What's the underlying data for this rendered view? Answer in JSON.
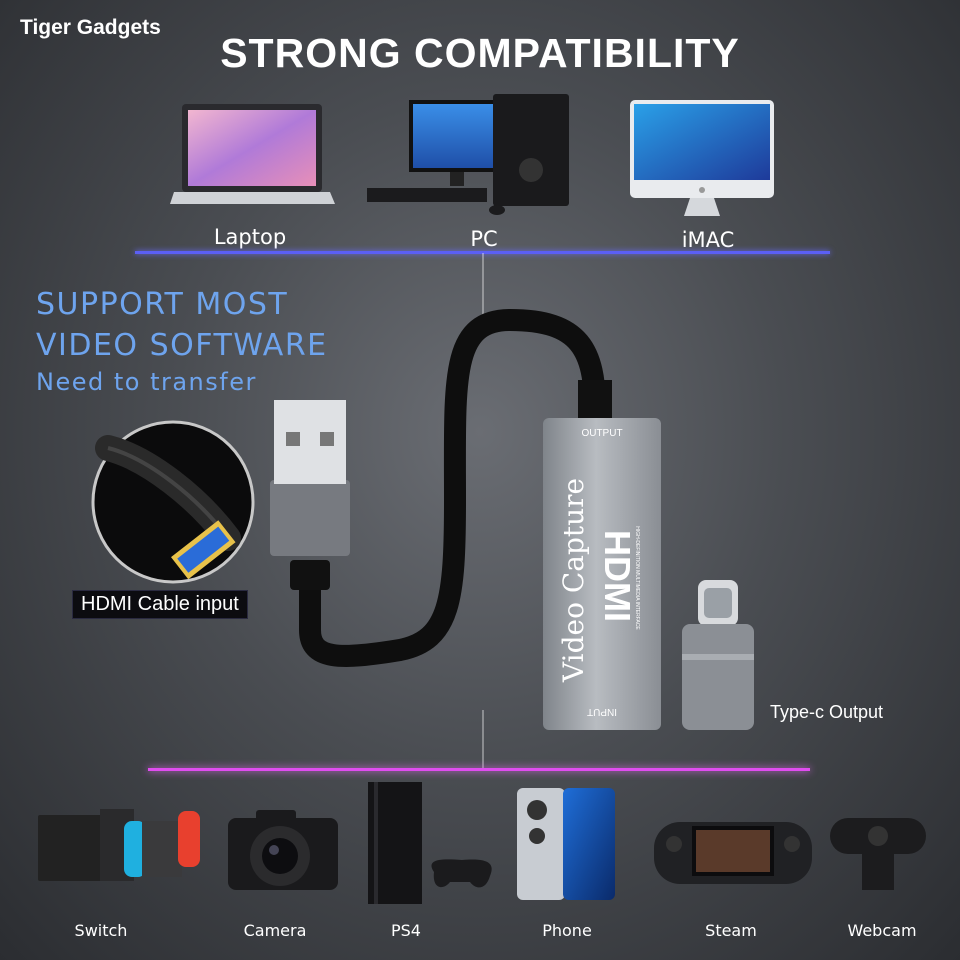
{
  "brand": "Tiger Gadgets",
  "headline": "STRONG COMPATIBILITY",
  "top_devices": [
    {
      "label": "Laptop",
      "icon": "laptop-icon"
    },
    {
      "label": "PC",
      "icon": "desktop-pc-icon"
    },
    {
      "label": "iMAC",
      "icon": "imac-icon"
    }
  ],
  "software": {
    "line1": "SUPPORT MOST",
    "line2": "VIDEO SOFTWARE",
    "line3": "Need to transfer"
  },
  "hdmi_cable_label": "HDMI Cable input",
  "device_text": {
    "output": "OUTPUT",
    "input": "INPUT",
    "video_capture": "Video Capture",
    "hdmi_logo": "HDMI",
    "hdmi_sub": "HIGH-DEFINITION MULTIMEDIA INTERFACE"
  },
  "typec_label": "Type-c Output",
  "bottom_devices": [
    {
      "label": "Switch",
      "icon": "switch-console-icon"
    },
    {
      "label": "Camera",
      "icon": "camera-icon"
    },
    {
      "label": "PS4",
      "icon": "ps4-console-icon"
    },
    {
      "label": "Phone",
      "icon": "phone-icon"
    },
    {
      "label": "Steam",
      "icon": "steam-deck-icon"
    },
    {
      "label": "Webcam",
      "icon": "webcam-icon"
    }
  ],
  "colors": {
    "accent_blue": "#6ea4ee",
    "line_blue": "#5b5ff5",
    "line_pink": "#e04df0"
  }
}
